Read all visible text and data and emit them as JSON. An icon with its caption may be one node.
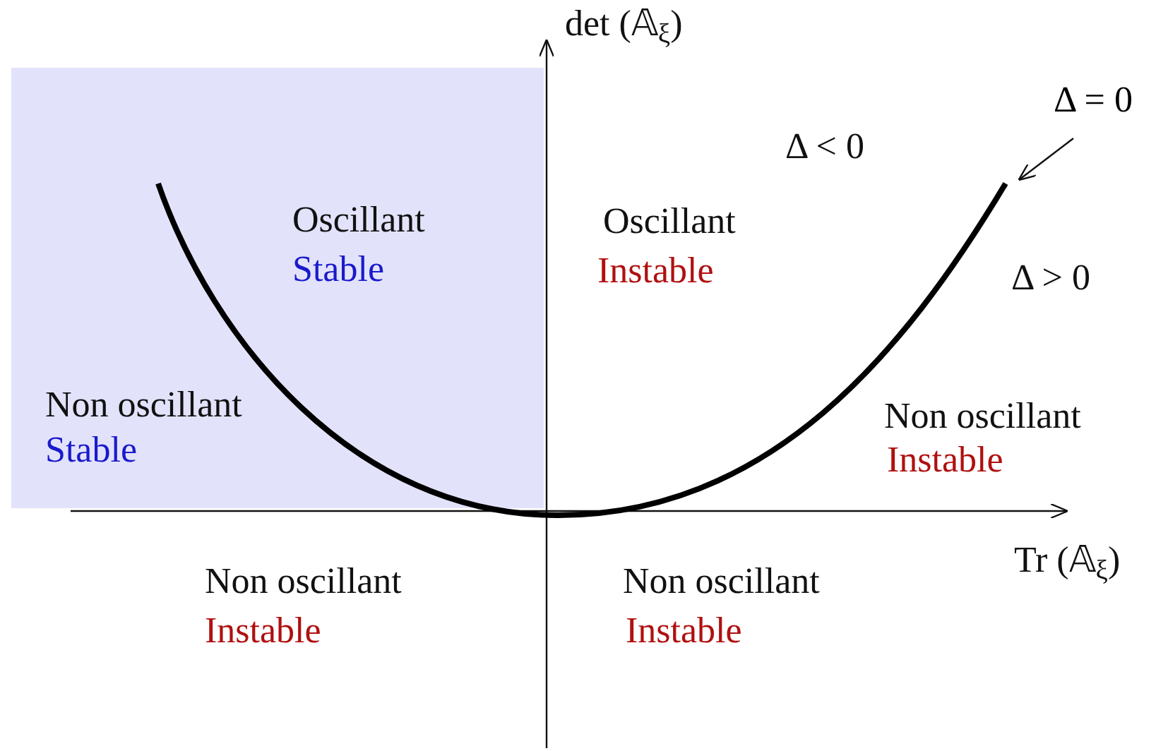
{
  "diagram": {
    "nodes": [
      {
        "text": [
          "Oscillant",
          "Stable",
          "Non oscillant",
          "Stable"
        ]
      },
      {
        "text": [
          "Δ = 0"
        ]
      },
      {
        "text": [],
        "shape": "curve"
      }
    ],
    "edges": [
      {
        "from": 1,
        "to": 2,
        "arrow": "to"
      }
    ],
    "labels": [
      "det (𝔸$_{ξ}$)",
      "Δ < 0",
      "Oscillant",
      "Instable",
      "Δ > 0",
      "Non oscillant",
      "Instable",
      "Tr (𝔸$_{ξ}$)",
      "Non oscillant",
      "Instable",
      "Non oscillant",
      "Instable"
    ]
  }
}
